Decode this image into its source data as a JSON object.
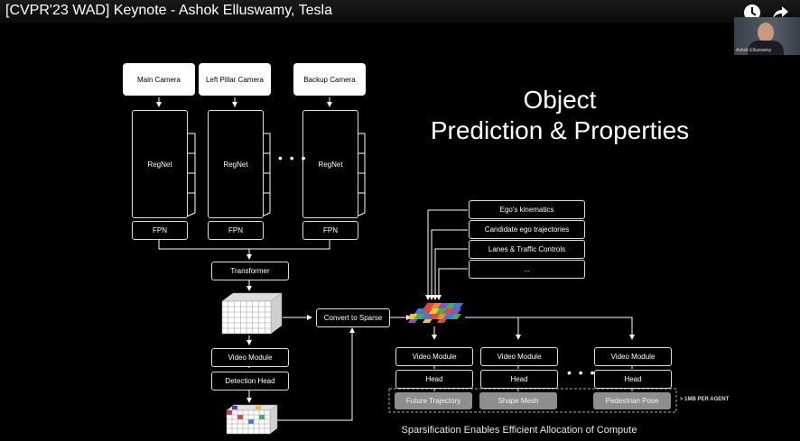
{
  "video": {
    "title": "[CVPR'23 WAD] Keynote - Ashok Elluswamy, Tesla",
    "watch_later_icon": "clock-icon",
    "share_icon": "share-arrow-icon",
    "webcam_caption": "Ashok Elluswamy"
  },
  "slide": {
    "heading_line1": "Object",
    "heading_line2": "Prediction & Properties",
    "cameras": [
      "Main Camera",
      "Left Pillar Camera",
      "Backup Camera"
    ],
    "backbone": "RegNet",
    "fpn": "FPN",
    "camera_ellipsis": "• • •",
    "transformer": "Transformer",
    "video_module": "Video Module",
    "detection_head": "Detection Head",
    "convert_to_sparse": "Convert to Sparse",
    "context_inputs": [
      "Ego's kinematics",
      "Candidate ego trajectories",
      "Lanes & Traffic Controls",
      "..."
    ],
    "agent_heads": [
      {
        "video": "Video Module",
        "head": "Head",
        "output": "Future Trajectory"
      },
      {
        "video": "Video Module",
        "head": "Head",
        "output": "Shape Mesh"
      },
      {
        "video": "Video Module",
        "head": "Head",
        "output": "Pedestrian Pose"
      }
    ],
    "head_ellipsis": "• • •",
    "memory_note": "> 1MB PER AGENT",
    "caption": "Sparsification Enables Efficient Allocation of Compute"
  }
}
